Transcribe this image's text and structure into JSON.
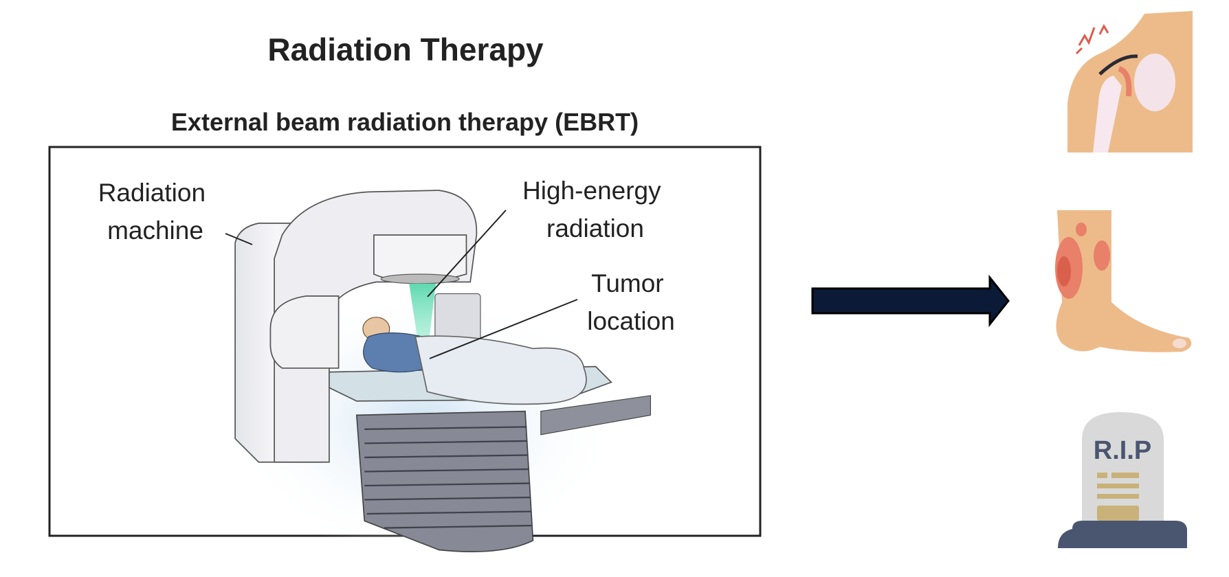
{
  "title": "Radiation Therapy",
  "subtitle": "External beam radiation therapy (EBRT)",
  "labels": {
    "machine_1": "Radiation",
    "machine_2": "machine",
    "beam_1": "High-energy",
    "beam_2": "radiation",
    "tumor_1": "Tumor",
    "tumor_2": "location"
  },
  "outcomes": {
    "tombstone_text": "R.I.P"
  },
  "colors": {
    "arrow": "#0b1a36",
    "skin": "#edbb8a",
    "inflammation": "#e8806a",
    "beam": "#6fe0b8",
    "stone": "#d9d9d9",
    "stone_base": "#4a5670",
    "text_gold": "#c9b27a"
  }
}
